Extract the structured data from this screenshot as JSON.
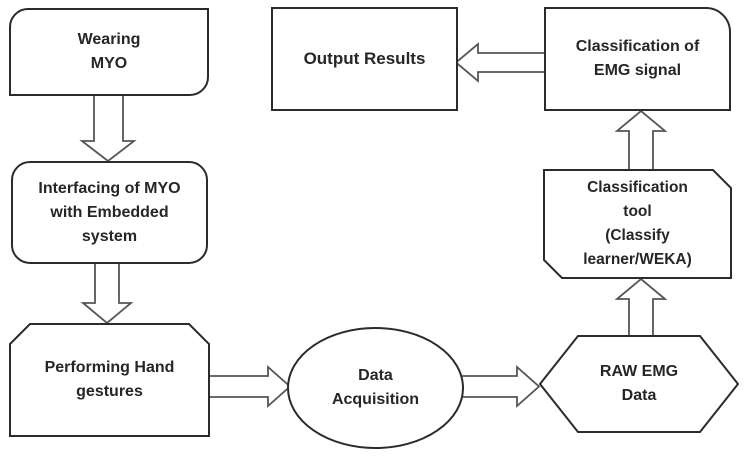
{
  "diagram": {
    "background_color": "#ffffff",
    "colors": {
      "node_fill": "#ffffff",
      "node_stroke": "#2b2b2b",
      "arrow_stroke": "#555555",
      "text": "#262626"
    },
    "nodes": {
      "wearing_myo": {
        "label": "Wearing\nMYO",
        "shape": "rectangle-rounded-topleft-bottomright"
      },
      "interfacing": {
        "label": "Interfacing of MYO\nwith Embedded\nsystem",
        "shape": "rounded-rectangle"
      },
      "performing": {
        "label": "Performing Hand\ngestures",
        "shape": "rectangle-chamfered-top-corners"
      },
      "data_acquisition": {
        "label": "Data\nAcquisition",
        "shape": "ellipse"
      },
      "raw_emg": {
        "label": "RAW EMG\nData",
        "shape": "hexagon"
      },
      "classification_tool": {
        "label": "Classification\ntool\n(Classify\nlearner/WEKA)",
        "shape": "rectangle-chamfered-topright-bottomleft"
      },
      "classification_emg": {
        "label": "Classification of\nEMG signal",
        "shape": "rectangle-rounded-topright"
      },
      "output_results": {
        "label": "Output Results",
        "shape": "rectangle"
      }
    },
    "connectors": [
      {
        "from": "wearing_myo",
        "to": "interfacing",
        "direction": "down",
        "style": "hollow-block-arrow"
      },
      {
        "from": "interfacing",
        "to": "performing",
        "direction": "down",
        "style": "hollow-block-arrow"
      },
      {
        "from": "performing",
        "to": "data_acquisition",
        "direction": "right",
        "style": "hollow-block-arrow"
      },
      {
        "from": "data_acquisition",
        "to": "raw_emg",
        "direction": "right",
        "style": "hollow-block-arrow"
      },
      {
        "from": "raw_emg",
        "to": "classification_tool",
        "direction": "up",
        "style": "hollow-block-arrow"
      },
      {
        "from": "classification_tool",
        "to": "classification_emg",
        "direction": "up",
        "style": "hollow-block-arrow"
      },
      {
        "from": "classification_emg",
        "to": "output_results",
        "direction": "left",
        "style": "hollow-block-arrow"
      }
    ]
  }
}
